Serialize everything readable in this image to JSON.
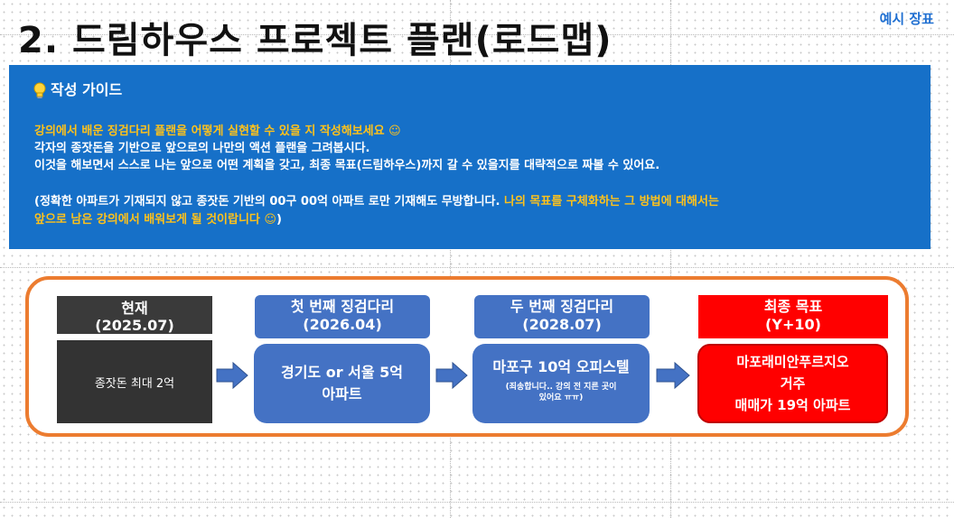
{
  "title": "2. 드림하우스 프로젝트 플랜(로드맵)",
  "corner_label": "예시 장표",
  "guide": {
    "heading": "작성 가이드",
    "bulb_icon": "lightbulb-icon",
    "line1": "강의에서 배운 징검다리 플랜을 어떻게 실현할 수 있을 지 작성해보세요 ☺",
    "line2": "각자의 종잣돈을 기반으로 앞으로의 나만의 액션 플랜을 그려봅시다.",
    "line3": "이것을 해보면서 스스로 나는 앞으로 어떤 계획을 갖고, 최종 목표(드림하우스)까지 갈 수 있을지를 대략적으로 짜볼 수 있어요.",
    "line4_white": "(정확한 아파트가 기재되지 않고 종잣돈 기반의 00구 00억 아파트 로만 기재해도 무방합니다.",
    "line4_yellow": " 나의 목표를 구체화하는 그 방법에 대해서는",
    "line5_yellow": "앞으로 남은 강의에서 배워보게 될 것이랍니다 ☺",
    "line5_white": ")"
  },
  "roadmap": {
    "current": {
      "header": "현재",
      "date": "(2025.07)",
      "body": "종잣돈 최대 2억"
    },
    "step1": {
      "header": "첫 번째 징검다리",
      "date": "(2026.04)",
      "body1": "경기도 or 서울 5억",
      "body2": "아파트"
    },
    "step2": {
      "header": "두 번째 징검다리",
      "date": "(2028.07)",
      "body1": "마포구 10억 오피스텔",
      "note1": "(죄송합니다.. 강의 전 지른 곳이",
      "note2": "있어요 ㅠㅠ)"
    },
    "goal": {
      "header": "최종 목표",
      "date": "(Y+10)",
      "body1": "마포래미안푸르지오",
      "body2": "거주",
      "body3": "매매가 19억 아파트"
    }
  },
  "colors": {
    "guide_bg": "#1670c8",
    "accent_yellow": "#ffc21a",
    "frame_orange": "#ec7c30",
    "step_blue": "#4472c4",
    "goal_red": "#ff0000"
  }
}
